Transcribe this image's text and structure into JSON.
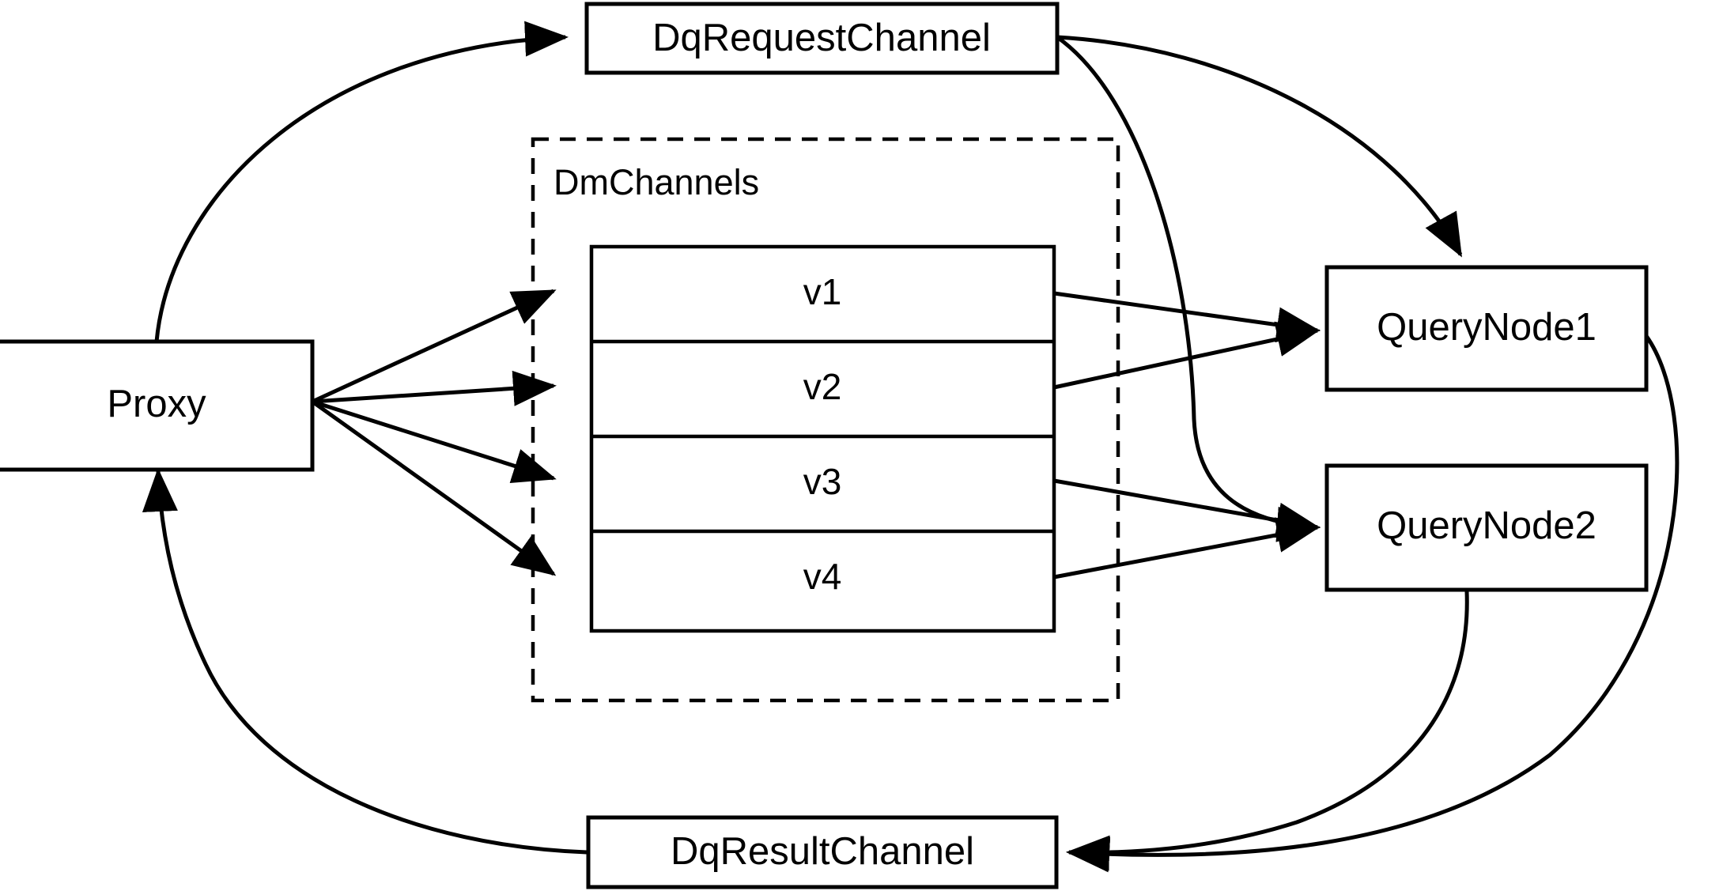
{
  "diagram": {
    "title": "Milvus distributed query channel topology",
    "background_color": "#ffffff",
    "stroke_color": "#000000",
    "nodes": {
      "dq_request_channel": {
        "label": "DqRequestChannel"
      },
      "dq_result_channel": {
        "label": "DqResultChannel"
      },
      "proxy": {
        "label": "Proxy"
      },
      "query_node_1": {
        "label": "QueryNode1"
      },
      "query_node_2": {
        "label": "QueryNode2"
      },
      "dm_channels_group": {
        "label": "DmChannels"
      }
    },
    "channels": [
      {
        "label": "v1"
      },
      {
        "label": "v2"
      },
      {
        "label": "v3"
      },
      {
        "label": "v4"
      }
    ],
    "edges": [
      {
        "from": "Proxy",
        "to": "DqRequestChannel",
        "style": "curved",
        "arrow": true
      },
      {
        "from": "DqRequestChannel",
        "to": "QueryNode1",
        "style": "curved",
        "arrow": true
      },
      {
        "from": "DqRequestChannel",
        "to": "QueryNode2",
        "style": "curved",
        "arrow": true
      },
      {
        "from": "Proxy",
        "to": "v1",
        "style": "straight",
        "arrow": true
      },
      {
        "from": "Proxy",
        "to": "v2",
        "style": "straight",
        "arrow": true
      },
      {
        "from": "Proxy",
        "to": "v3",
        "style": "straight",
        "arrow": true
      },
      {
        "from": "Proxy",
        "to": "v4",
        "style": "straight",
        "arrow": true
      },
      {
        "from": "v1",
        "to": "QueryNode1",
        "style": "straight",
        "arrow": true
      },
      {
        "from": "v2",
        "to": "QueryNode1",
        "style": "straight",
        "arrow": true
      },
      {
        "from": "v3",
        "to": "QueryNode2",
        "style": "straight",
        "arrow": true
      },
      {
        "from": "v4",
        "to": "QueryNode2",
        "style": "straight",
        "arrow": true
      },
      {
        "from": "QueryNode1",
        "to": "DqResultChannel",
        "style": "curved",
        "arrow": true
      },
      {
        "from": "QueryNode2",
        "to": "DqResultChannel",
        "style": "curved",
        "arrow": true
      },
      {
        "from": "DqResultChannel",
        "to": "Proxy",
        "style": "curved",
        "arrow": true
      }
    ]
  }
}
